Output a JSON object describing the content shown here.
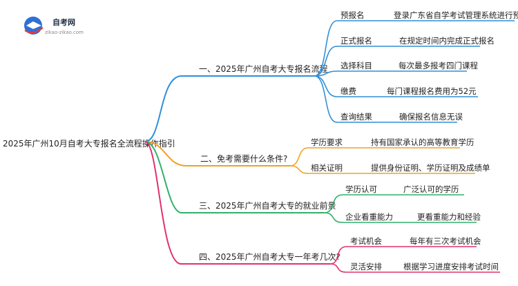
{
  "logo": {
    "title": "自考网",
    "subtitle": "zikao-zikao.com"
  },
  "root": {
    "label": "2025年广州10月自考大专报名全流程操作指引"
  },
  "branches": [
    {
      "label": "一、2025年广州自考大专报名流程",
      "color": "#2f8fd8",
      "children": [
        {
          "label": "预报名",
          "detail": "登录广东省自学考试管理系统进行预报名"
        },
        {
          "label": "正式报名",
          "detail": "在规定时间内完成正式报名"
        },
        {
          "label": "选择科目",
          "detail": "每次最多报考四门课程"
        },
        {
          "label": "缴费",
          "detail": "每门课程报名费用为52元"
        },
        {
          "label": "查询结果",
          "detail": "确保报名信息无误"
        }
      ]
    },
    {
      "label": "二、免考需要什么条件?",
      "color": "#f0a020",
      "children": [
        {
          "label": "学历要求",
          "detail": "持有国家承认的高等教育学历"
        },
        {
          "label": "相关证明",
          "detail": "提供身份证明、学历证明及成绩单"
        }
      ]
    },
    {
      "label": "三、2025年广州自考大专的就业前景",
      "color": "#2fb06a",
      "children": [
        {
          "label": "学历认可",
          "detail": "广泛认可的学历"
        },
        {
          "label": "企业看重能力",
          "detail": "更看重能力和经验"
        }
      ]
    },
    {
      "label": "四、2025年广州自考大专一年考几次?",
      "color": "#e0306e",
      "children": [
        {
          "label": "考试机会",
          "detail": "每年有三次考试机会"
        },
        {
          "label": "灵活安排",
          "detail": "根据学习进度安排考试时间"
        }
      ]
    }
  ]
}
